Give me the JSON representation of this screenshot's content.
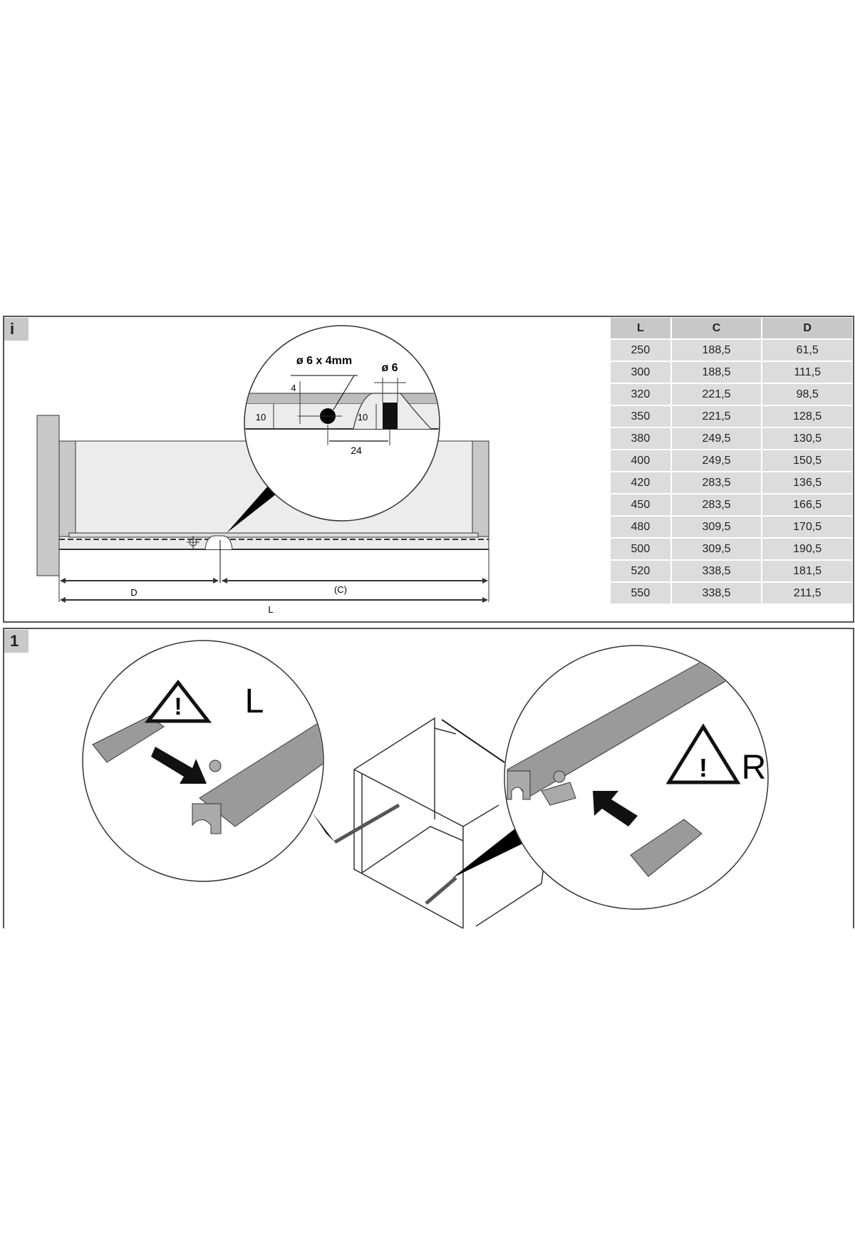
{
  "sections": {
    "info_label": "i",
    "step_label": "1"
  },
  "detail": {
    "hole_label": "ø 6 x 4mm",
    "pin_label": "ø 6",
    "dim_4": "4",
    "dim_10_left": "10",
    "dim_10_right": "10",
    "dim_24": "24",
    "dim_D": "D",
    "dim_C": "(C)",
    "dim_L": "L"
  },
  "table": {
    "headers": [
      "L",
      "C",
      "D"
    ],
    "rows": [
      [
        "250",
        "188,5",
        "61,5"
      ],
      [
        "300",
        "188,5",
        "111,5"
      ],
      [
        "320",
        "221,5",
        "98,5"
      ],
      [
        "350",
        "221,5",
        "128,5"
      ],
      [
        "380",
        "249,5",
        "130,5"
      ],
      [
        "400",
        "249,5",
        "150,5"
      ],
      [
        "420",
        "283,5",
        "136,5"
      ],
      [
        "450",
        "283,5",
        "166,5"
      ],
      [
        "480",
        "309,5",
        "170,5"
      ],
      [
        "500",
        "309,5",
        "190,5"
      ],
      [
        "520",
        "338,5",
        "181,5"
      ],
      [
        "550",
        "338,5",
        "211,5"
      ]
    ]
  },
  "step1": {
    "left_side_letter": "L",
    "right_side_letter": "R",
    "warning_mark": "!"
  }
}
